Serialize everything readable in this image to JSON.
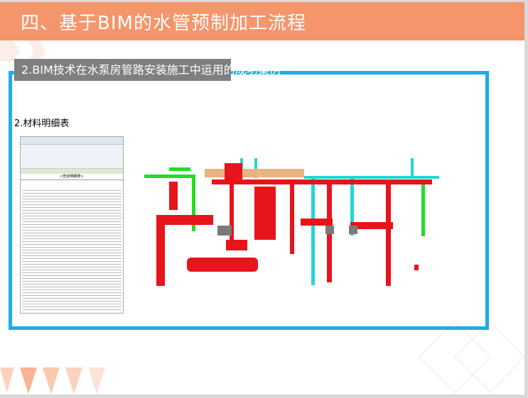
{
  "header": {
    "title": "四、基于BIM的水管预制加工流程"
  },
  "section_label": "2.BIM技术在水泵房管路安装施工中运用的成功案例",
  "subheading": "2.材料明细表",
  "embedded_screenshot": {
    "schedule_title": "<管道明细表>"
  },
  "colors": {
    "header": "#f5956b",
    "frame": "#1aaeea",
    "label_bg": "#7f7f7f",
    "pipe_red": "#e8141b",
    "pipe_green": "#22dd22",
    "pipe_cyan": "#22d6d6"
  }
}
